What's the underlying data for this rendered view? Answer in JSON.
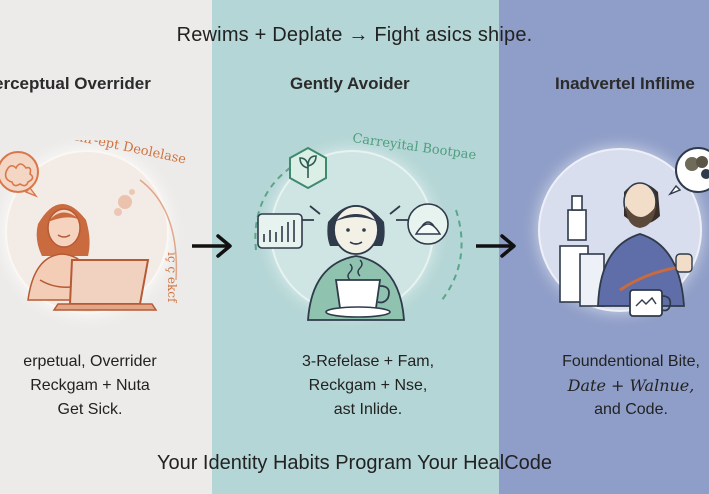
{
  "title": "Rewims + Deplate → Fight asics shipe.",
  "columns": [
    {
      "heading": "erceptual Overrider",
      "arc_text_top": "Inr-ept Deolelase",
      "arc_text_side": "ıç ç ekcf",
      "desc_lines": [
        "erpetual, Overrider",
        "Reckgam + Nuta",
        "Get Sick."
      ]
    },
    {
      "heading": "Gently Avoider",
      "arc_text_top": "Carreyital Bootpae",
      "desc_lines": [
        "3-Refelase + Fam,",
        "Reckgam + Nse,",
        "ast Inlide."
      ]
    },
    {
      "heading": "Inadvertel Inflime",
      "desc_lines": [
        "Foundentional Bite,",
        "Date + Walnue,",
        "and Code."
      ]
    }
  ],
  "footer": "Your Identity Habits Program Your HealCode",
  "colors": {
    "left_panel": "#ecebe9",
    "middle_panel": "#b5d6d6",
    "right_panel": "#8f9ec8",
    "accent_orange": "#d9774a",
    "accent_green": "#5aa688",
    "ink": "#2f3a4a"
  },
  "icons": [
    "brain-icon",
    "laptop-icon",
    "plant-icon",
    "chart-icon",
    "bag-icon",
    "coffee-icon",
    "broccoli-icon",
    "arrow-right-icon"
  ]
}
